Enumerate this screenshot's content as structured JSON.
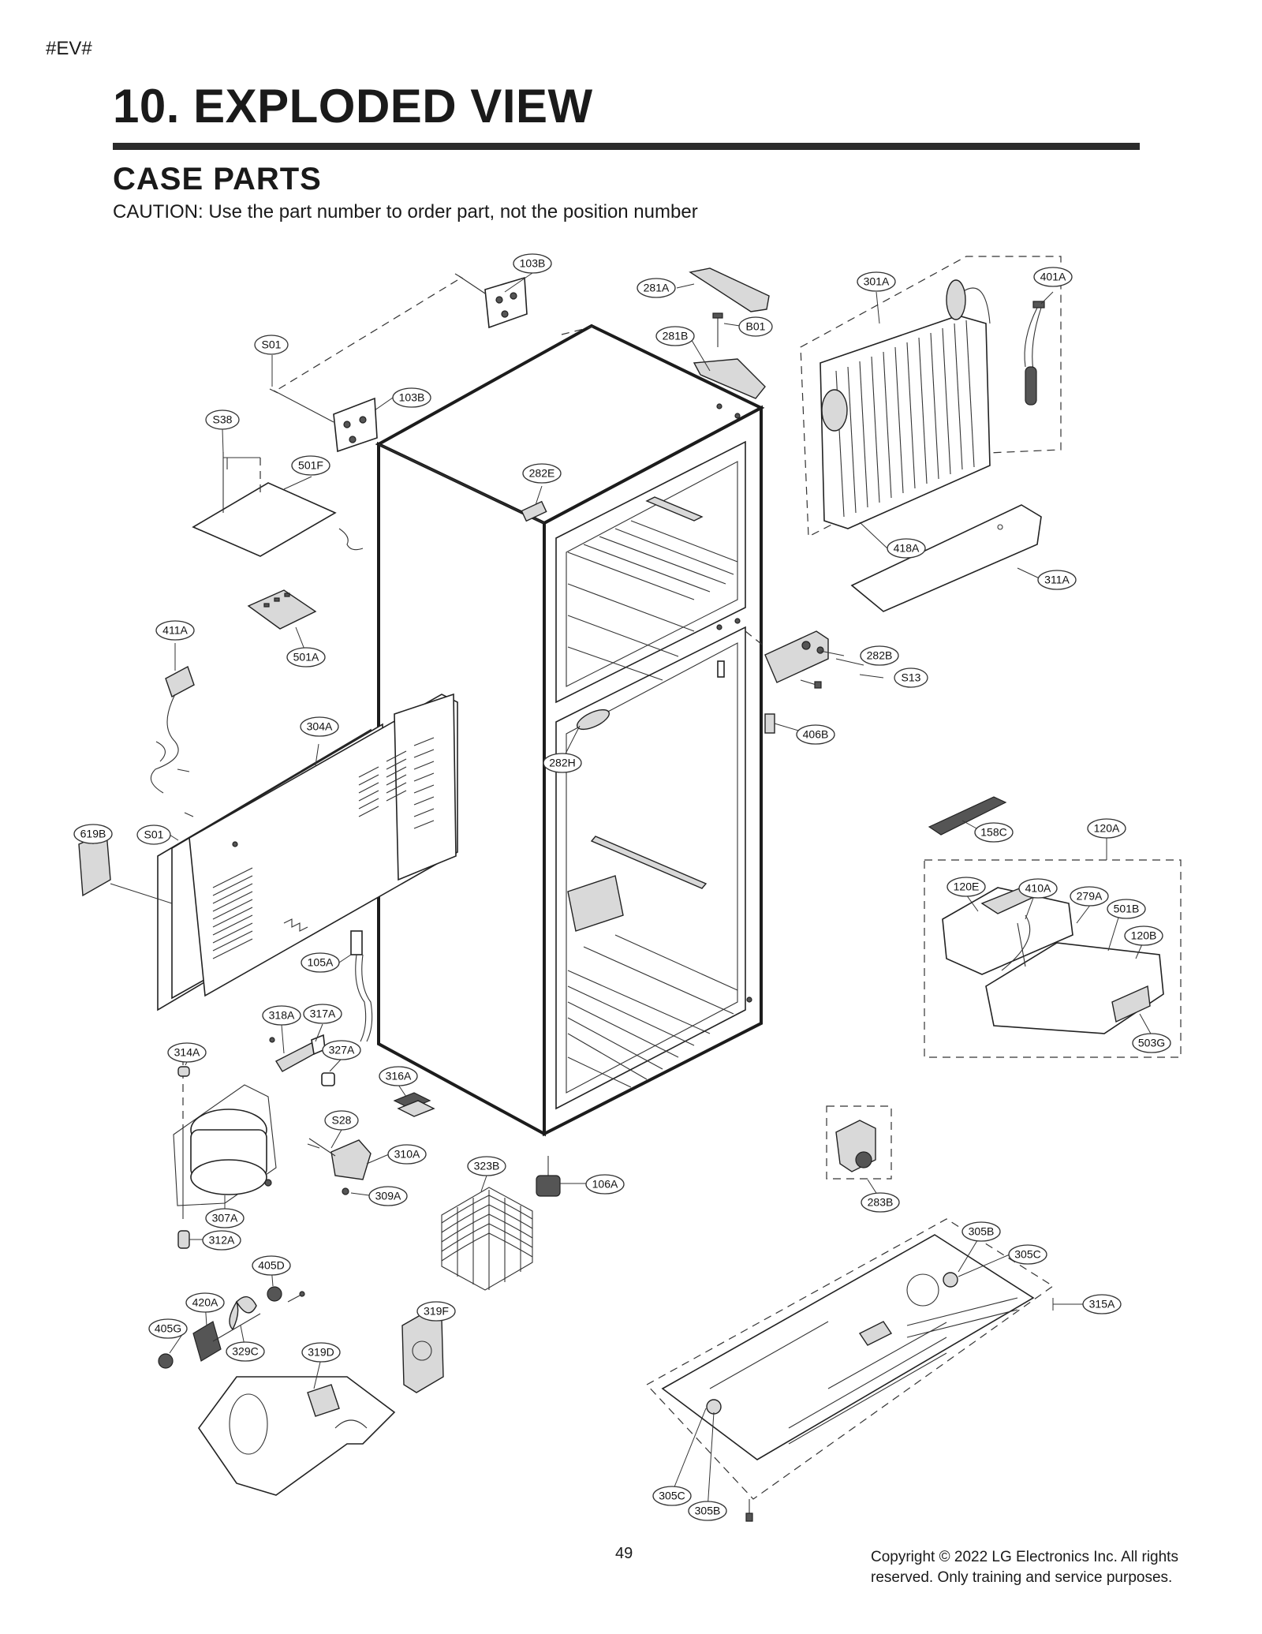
{
  "header": {
    "tag": "#EV#",
    "title": "10. EXPLODED VIEW",
    "subtitle": "CASE PARTS",
    "caution": "CAUTION: Use the part number to order part, not the position number"
  },
  "callouts": {
    "c103B_top": "103B",
    "c281A": "281A",
    "c301A": "301A",
    "c401A": "401A",
    "cB01": "B01",
    "c281B": "281B",
    "cS01_top": "S01",
    "c103B_mid": "103B",
    "cS38": "S38",
    "c501F": "501F",
    "c282E": "282E",
    "c418A": "418A",
    "c311A": "311A",
    "c411A": "411A",
    "c501A": "501A",
    "c282B": "282B",
    "cS13": "S13",
    "c304A": "304A",
    "c406B": "406B",
    "c282H": "282H",
    "cS01_left": "S01",
    "c619B": "619B",
    "c158C": "158C",
    "c120A": "120A",
    "c120E": "120E",
    "c410A": "410A",
    "c279A": "279A",
    "c501B": "501B",
    "c120B": "120B",
    "c503G": "503G",
    "c105A": "105A",
    "c318A": "318A",
    "c317A": "317A",
    "c314A": "314A",
    "c327A": "327A",
    "c316A": "316A",
    "cS28": "S28",
    "c310A": "310A",
    "c323B": "323B",
    "c106A": "106A",
    "c309A": "309A",
    "c307A": "307A",
    "c283B": "283B",
    "c312A": "312A",
    "c305B_top": "305B",
    "c305C_top": "305C",
    "c405D": "405D",
    "c420A": "420A",
    "c319F": "319F",
    "c315A": "315A",
    "c405G": "405G",
    "c329C": "329C",
    "c319D": "319D",
    "c305C_bot": "305C",
    "c305B_bot": "305B"
  },
  "footer": {
    "page_number": "49",
    "copyright_line1": "Copyright © 2022 LG Electronics Inc. All rights",
    "copyright_line2": "reserved. Only training and service purposes."
  }
}
